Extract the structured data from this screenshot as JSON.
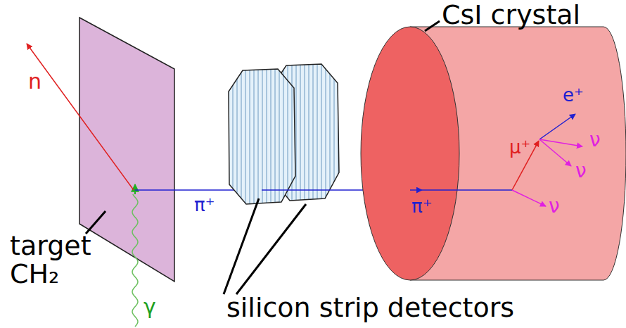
{
  "diagram": {
    "labels": [
      "CsI crystal",
      "n",
      "γ",
      "target CH₂",
      "π⁺",
      "π⁺",
      "μ⁺",
      "e⁺",
      "ν",
      "ν",
      "ν",
      "silicon strip detectors"
    ]
  }
}
